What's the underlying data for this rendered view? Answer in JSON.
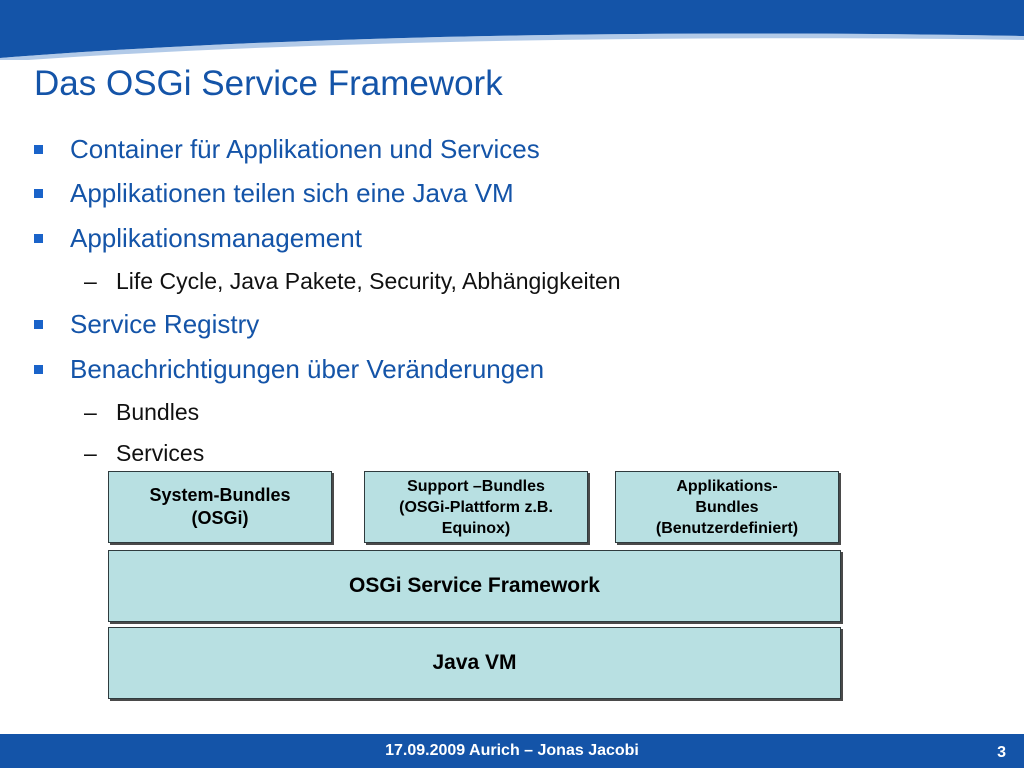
{
  "slide": {
    "title": "Das OSGi Service Framework",
    "bullets": [
      {
        "level": 1,
        "text": "Container für Applikationen und Services"
      },
      {
        "level": 1,
        "text": "Applikationen teilen sich eine Java VM"
      },
      {
        "level": 1,
        "text": "Applikationsmanagement"
      },
      {
        "level": 2,
        "text": "Life Cycle, Java Pakete, Security, Abhängigkeiten"
      },
      {
        "level": 1,
        "text": "Service Registry"
      },
      {
        "level": 1,
        "text": "Benachrichtigungen über Veränderungen"
      },
      {
        "level": 2,
        "text": "Bundles"
      },
      {
        "level": 2,
        "text": "Services"
      }
    ],
    "dash_marker": "–"
  },
  "diagram": {
    "system_bundles": "System-Bundles\n(OSGi)",
    "support_bundles": "Support –Bundles\n(OSGi-Plattform z.B.\nEquinox)",
    "app_bundles": "Applikations-\nBundles\n(Benutzerdefiniert)",
    "framework": "OSGi Service Framework",
    "java_vm": "Java VM"
  },
  "footer": {
    "text": "17.09.2009 Aurich – Jonas Jacobi",
    "page": "3"
  },
  "colors": {
    "brand_blue": "#1454a8",
    "box_fill": "#b8e0e2"
  }
}
